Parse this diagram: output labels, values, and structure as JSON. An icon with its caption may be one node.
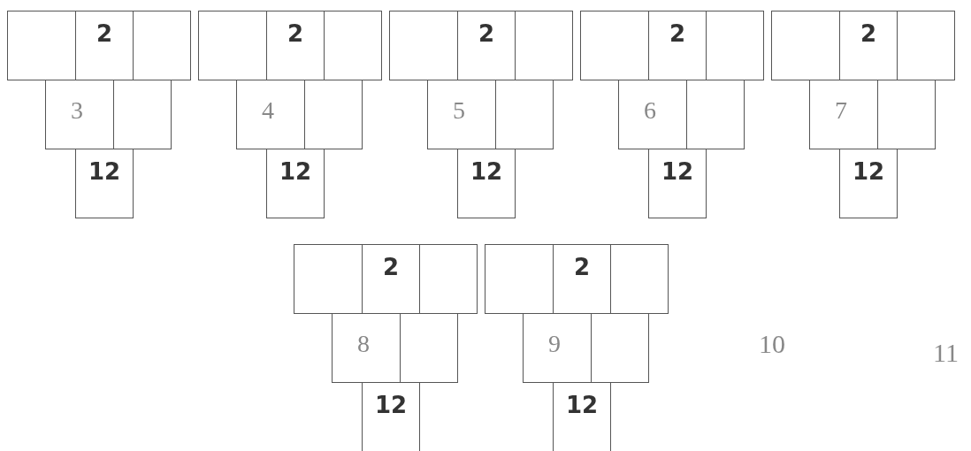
{
  "diagram": {
    "nodes": [
      {
        "text": [],
        "shape": "box"
      },
      {
        "text": [
          "2"
        ]
      },
      {
        "text": [],
        "shape": "box"
      },
      {
        "text": [
          "3"
        ]
      },
      {
        "text": [],
        "shape": "box"
      },
      {
        "text": [
          "12"
        ]
      },
      {
        "text": [],
        "shape": "box"
      },
      {
        "text": [
          "2"
        ]
      },
      {
        "text": [],
        "shape": "box"
      },
      {
        "text": [
          "4"
        ]
      },
      {
        "text": [],
        "shape": "box"
      },
      {
        "text": [
          "12"
        ]
      },
      {
        "text": [],
        "shape": "box"
      },
      {
        "text": [
          "2"
        ]
      },
      {
        "text": [],
        "shape": "box"
      },
      {
        "text": [
          "5"
        ]
      },
      {
        "text": [],
        "shape": "box"
      },
      {
        "text": [
          "12"
        ]
      },
      {
        "text": [],
        "shape": "box"
      },
      {
        "text": [
          "2"
        ]
      },
      {
        "text": [],
        "shape": "box"
      },
      {
        "text": [
          "6"
        ]
      },
      {
        "text": [],
        "shape": "box"
      },
      {
        "text": [
          "12"
        ]
      },
      {
        "text": [],
        "shape": "box"
      },
      {
        "text": [
          "2"
        ]
      },
      {
        "text": [],
        "shape": "box"
      },
      {
        "text": [
          "7"
        ]
      },
      {
        "text": [],
        "shape": "box"
      },
      {
        "text": [
          "12"
        ]
      },
      {
        "text": [],
        "shape": "box"
      },
      {
        "text": [
          "2"
        ]
      },
      {
        "text": [],
        "shape": "box"
      },
      {
        "text": [
          "8"
        ]
      },
      {
        "text": [],
        "shape": "box"
      },
      {
        "text": [
          "12"
        ]
      },
      {
        "text": [],
        "shape": "box"
      },
      {
        "text": [
          "2"
        ]
      },
      {
        "text": [],
        "shape": "box"
      },
      {
        "text": [
          "9"
        ]
      },
      {
        "text": [],
        "shape": "box"
      },
      {
        "text": [
          "12"
        ]
      }
    ],
    "labels": [
      "10",
      "11"
    ]
  }
}
